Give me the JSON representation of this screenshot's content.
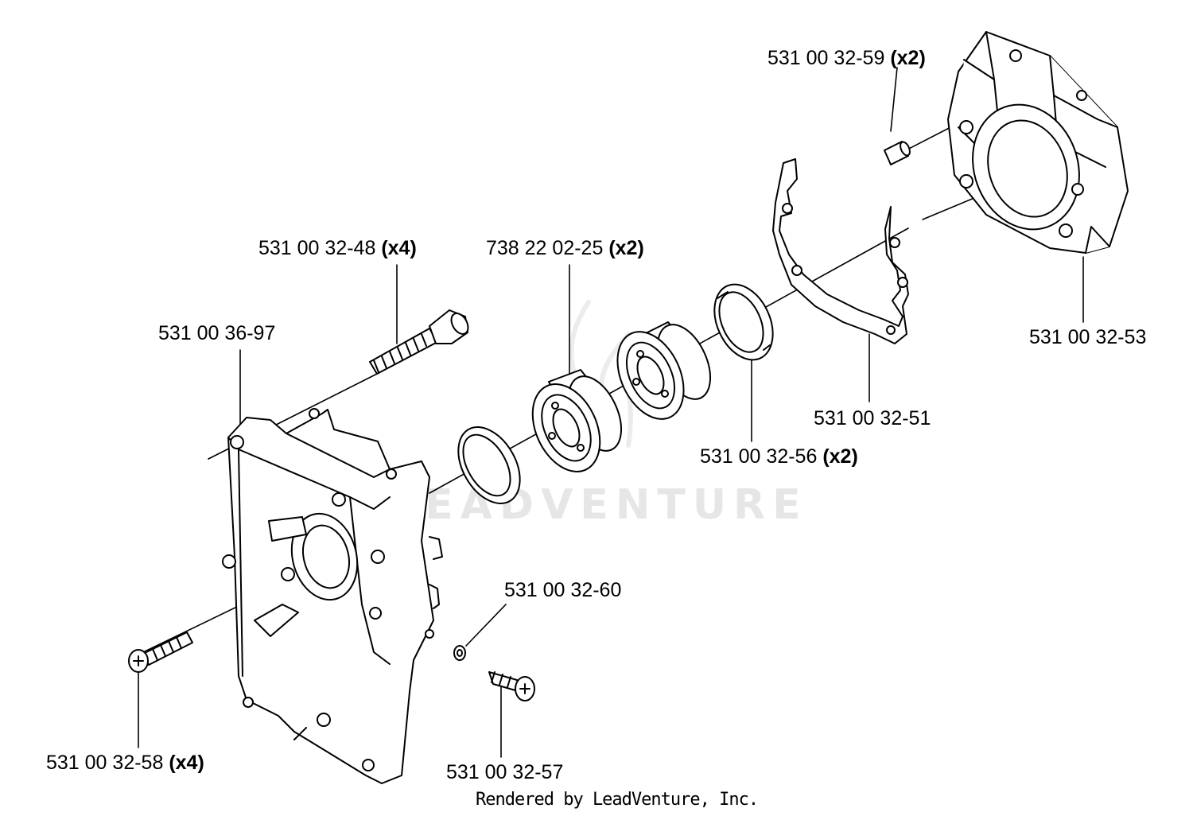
{
  "watermark": "LEADVENTURE",
  "footer": "Rendered by LeadVenture, Inc.",
  "callouts": [
    {
      "id": "p1",
      "part": "531 00 32-59",
      "qty": "(x2)"
    },
    {
      "id": "p2",
      "part": "531 00 32-48",
      "qty": "(x4)"
    },
    {
      "id": "p3",
      "part": "738 22 02-25",
      "qty": "(x2)"
    },
    {
      "id": "p4",
      "part": "531 00 36-97",
      "qty": ""
    },
    {
      "id": "p5",
      "part": "531 00 32-53",
      "qty": ""
    },
    {
      "id": "p6",
      "part": "531 00 32-51",
      "qty": ""
    },
    {
      "id": "p7",
      "part": "531 00 32-56",
      "qty": "(x2)"
    },
    {
      "id": "p8",
      "part": "531 00 32-60",
      "qty": ""
    },
    {
      "id": "p9",
      "part": "531 00 32-58",
      "qty": "(x4)"
    },
    {
      "id": "p10",
      "part": "531 00 32-57",
      "qty": ""
    }
  ]
}
